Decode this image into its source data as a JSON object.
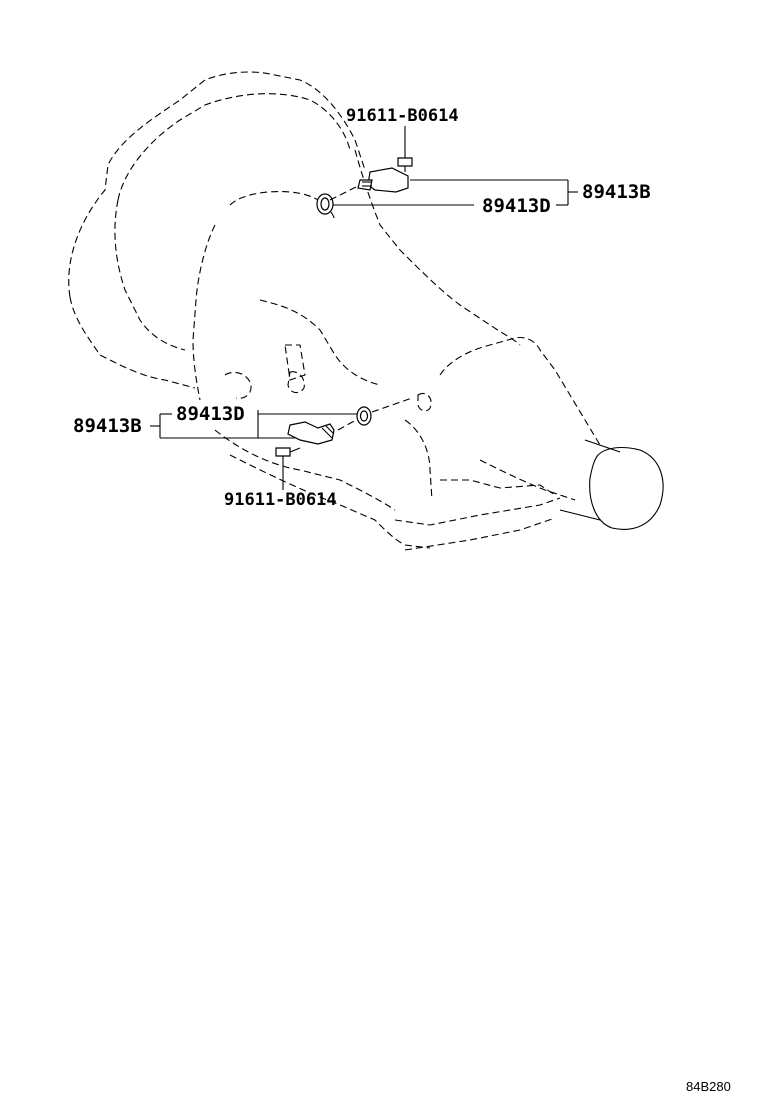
{
  "labels": {
    "bolt_upper": "91611-B0614",
    "sensor_upper": "89413B",
    "oring_upper": "89413D",
    "sensor_lower": "89413B",
    "oring_lower": "89413D",
    "bolt_lower": "91611-B0614"
  },
  "diagram_code": "84B280"
}
